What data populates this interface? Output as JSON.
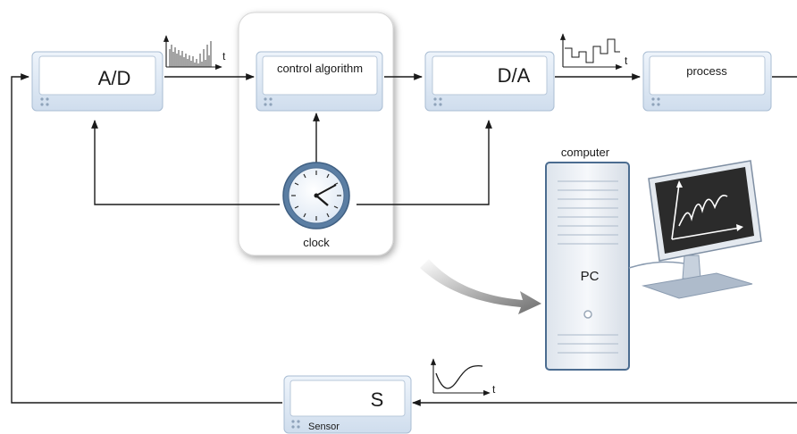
{
  "blocks": {
    "ad": "A/D",
    "control": "control algorithm",
    "da": "D/A",
    "process": "process",
    "sensor": "S",
    "sensor_tag": "Sensor"
  },
  "labels": {
    "clock": "clock",
    "computer": "computer",
    "pc": "PC",
    "time_axis": "t"
  },
  "colors": {
    "block_face": "#ffffff",
    "block_bezel": "#dfe9f5",
    "block_border": "#a9bdd3",
    "clock_panel": "#ffffff",
    "arrow": "#1a1a1a",
    "monitor_screen": "#2b2b2b",
    "pc_case": "#eef2f7"
  },
  "icons": {
    "clock": "clock-icon",
    "monitor": "monitor-icon",
    "pc_tower": "pc-tower-icon",
    "hint_arrow": "curved-arrow-icon"
  }
}
